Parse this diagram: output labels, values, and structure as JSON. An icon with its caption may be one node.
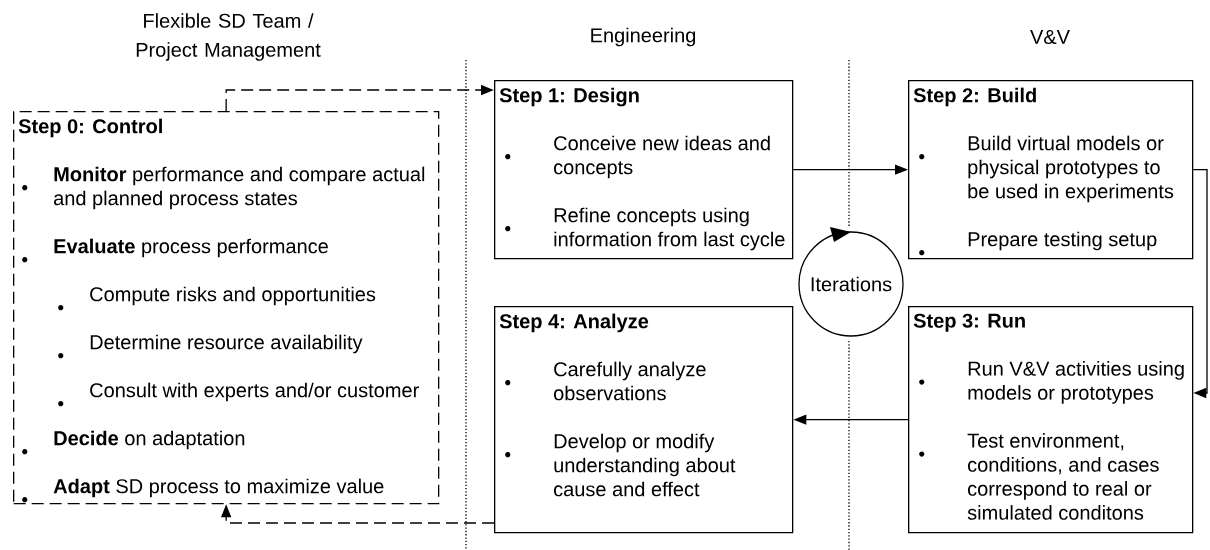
{
  "diagram": {
    "nodes": [
      {
        "text": [
          "Step 0: Control",
          "**Monitor** performance and compare actual and planned process states",
          "**Evaluate** process performance",
          "Compute risks and opportunities",
          "Determine resource availability",
          "Consult with experts and/or customer",
          "**Decide** on adaptation",
          "**Adapt** SD process to maximize value"
        ]
      },
      {
        "text": [
          "Step 1: Design",
          "Conceive new ideas and concepts",
          "Refine concepts using information from last cycle"
        ]
      },
      {
        "text": [
          "Step 2: Build",
          "Build virtual models or physical prototypes to be used in experiments",
          "Prepare testing setup"
        ]
      },
      {
        "text": [
          "Step 3: Run",
          "Run V&V activities using models or prototypes",
          "Test environment, conditions, and cases correspond to real or simulated conditons"
        ]
      },
      {
        "text": [
          "Step 4: Analyze",
          "Carefully analyze observations",
          "Develop or modify understanding about cause and effect"
        ]
      },
      {
        "text": [
          "Iterations"
        ]
      }
    ],
    "edges": [
      {
        "from": 0,
        "to": 1,
        "arrow": "to",
        "style": "dashed"
      },
      {
        "from": 1,
        "to": 2,
        "arrow": "to"
      },
      {
        "from": 2,
        "to": 3,
        "arrow": "to"
      },
      {
        "from": 3,
        "to": 4,
        "arrow": "to"
      },
      {
        "from": 4,
        "to": 0,
        "arrow": "to",
        "style": "dashed"
      }
    ],
    "labels": [
      "Flexible SD Team / Project Management",
      "Engineering",
      "V&V"
    ]
  }
}
